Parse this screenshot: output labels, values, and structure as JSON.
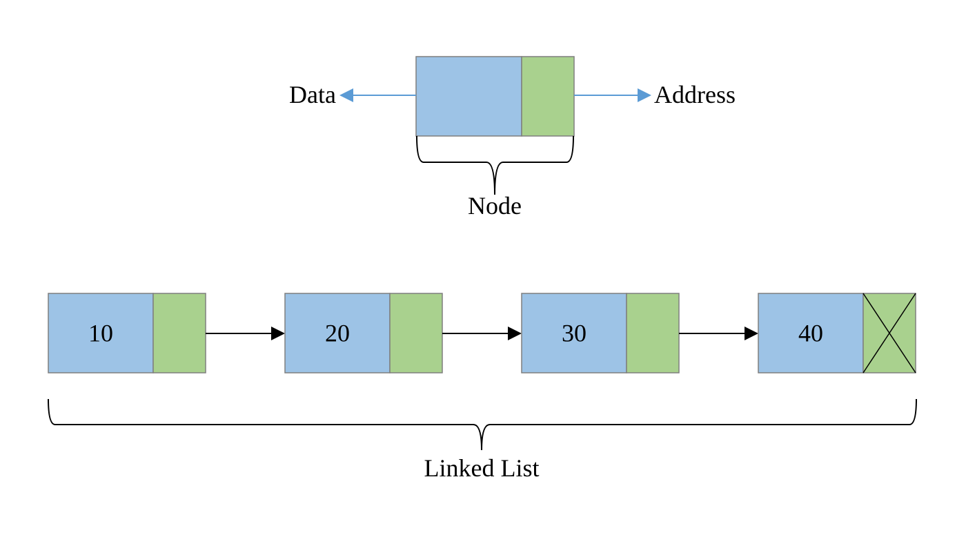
{
  "colors": {
    "data_field": "#9DC3E6",
    "address_field": "#A9D18E",
    "border": "#7F7F7F",
    "legend_arrow": "#5B9BD5",
    "list_arrow": "#000000",
    "text": "#000000"
  },
  "legend": {
    "data_label": "Data",
    "address_label": "Address",
    "node_label": "Node"
  },
  "linked_list": {
    "label": "Linked List",
    "nodes": [
      {
        "value": "10",
        "next": "pointer"
      },
      {
        "value": "20",
        "next": "pointer"
      },
      {
        "value": "30",
        "next": "pointer"
      },
      {
        "value": "40",
        "next": "null"
      }
    ]
  },
  "icons": {
    "null_pointer": "x-cross-icon"
  }
}
